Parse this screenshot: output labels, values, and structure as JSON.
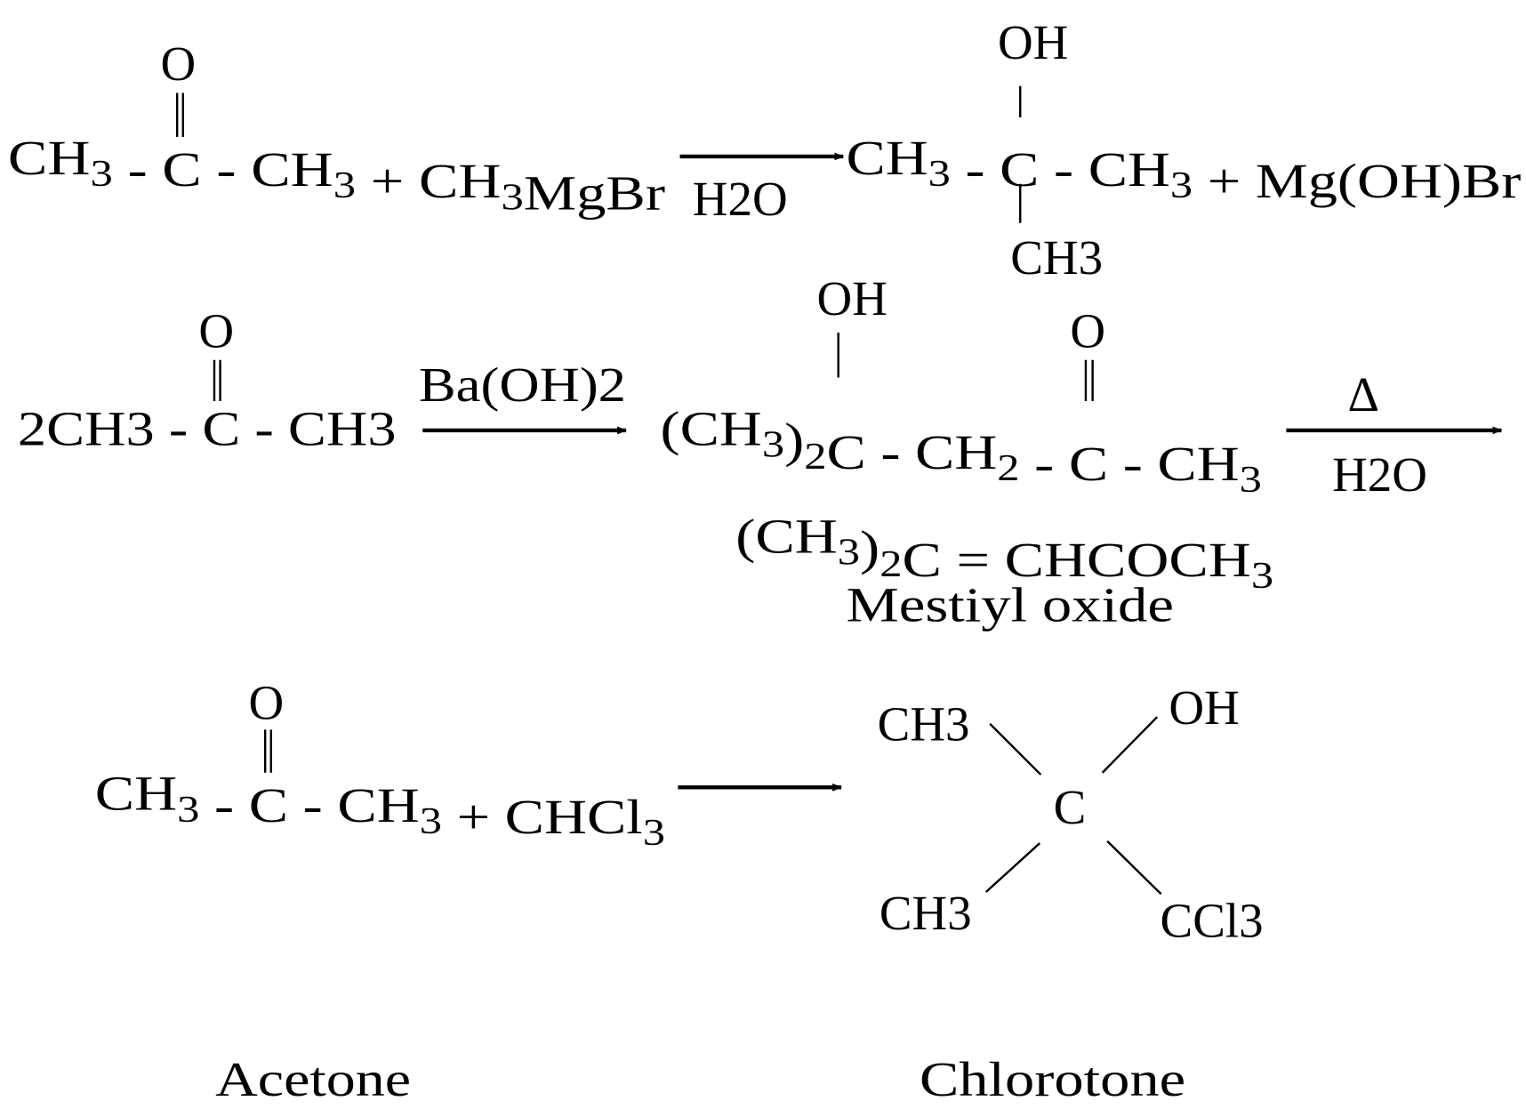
{
  "reaction1": {
    "reactants": "CH3 - C - CH3 + CH3MgBr",
    "carbonyl_o": "O",
    "reagent": "H2O",
    "products": "CH3 - C - CH3 + Mg(OH)Br",
    "product_oh": "OH",
    "product_ch3": "CH3"
  },
  "reaction2": {
    "reactant": "2CH3 - C - CH3",
    "carbonyl_o": "O",
    "reagent": "Ba(OH)2",
    "intermediate": "(CH3)2C - CH2 - C - CH3",
    "intermediate_oh": "OH",
    "intermediate_o": "O",
    "heat": "Δ",
    "reagent2": "H2O",
    "product": "(CH3)2C = CHCOCH3",
    "product_name": "Mestiyl oxide"
  },
  "reaction3": {
    "reactants": "CH3 - C - CH3 + CHCl3",
    "carbonyl_o": "O",
    "product_ch3_top": "CH3",
    "product_oh": "OH",
    "product_c": "C",
    "product_ch3_bottom": "CH3",
    "product_ccl3": "CCl3",
    "reactant_name": "Acetone",
    "product_name": "Chlorotone"
  }
}
